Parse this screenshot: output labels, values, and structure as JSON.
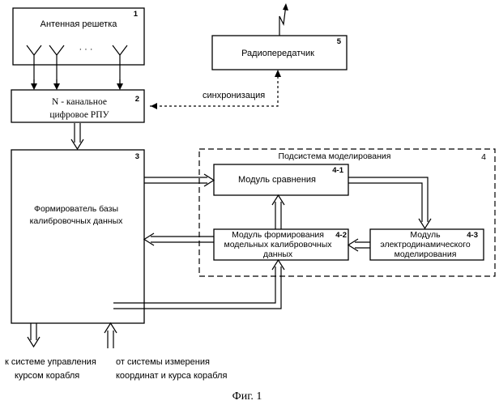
{
  "blocks": {
    "antenna": {
      "label": "Антенная решетка",
      "number": "1",
      "dots": "· · ·"
    },
    "receiver": {
      "line1": "N - канальное",
      "line2": "цифровое РПУ",
      "number": "2"
    },
    "former": {
      "line1": "Формирователь базы",
      "line2": "калибровочных данных",
      "number": "3"
    },
    "subsystem": {
      "label": "Подсистема моделирования",
      "number": "4"
    },
    "comparison": {
      "label": "Модуль сравнения",
      "number": "4-1"
    },
    "model_form": {
      "line1": "Модуль формирования",
      "line2": "модельных калибровочных",
      "line3": "данных",
      "number": "4-2"
    },
    "electro": {
      "line1": "Модуль",
      "line2": "электродинамического",
      "line3": "моделирования",
      "number": "4-3"
    },
    "transmitter": {
      "label": "Радиопередатчик",
      "number": "5"
    }
  },
  "labels": {
    "sync": "синхронизация",
    "to_ship_1": "к системе управления",
    "to_ship_2": "курсом корабля",
    "from_meas_1": "от системы измерения",
    "from_meas_2": "координат и курса корабля"
  },
  "caption": "Фиг. 1"
}
